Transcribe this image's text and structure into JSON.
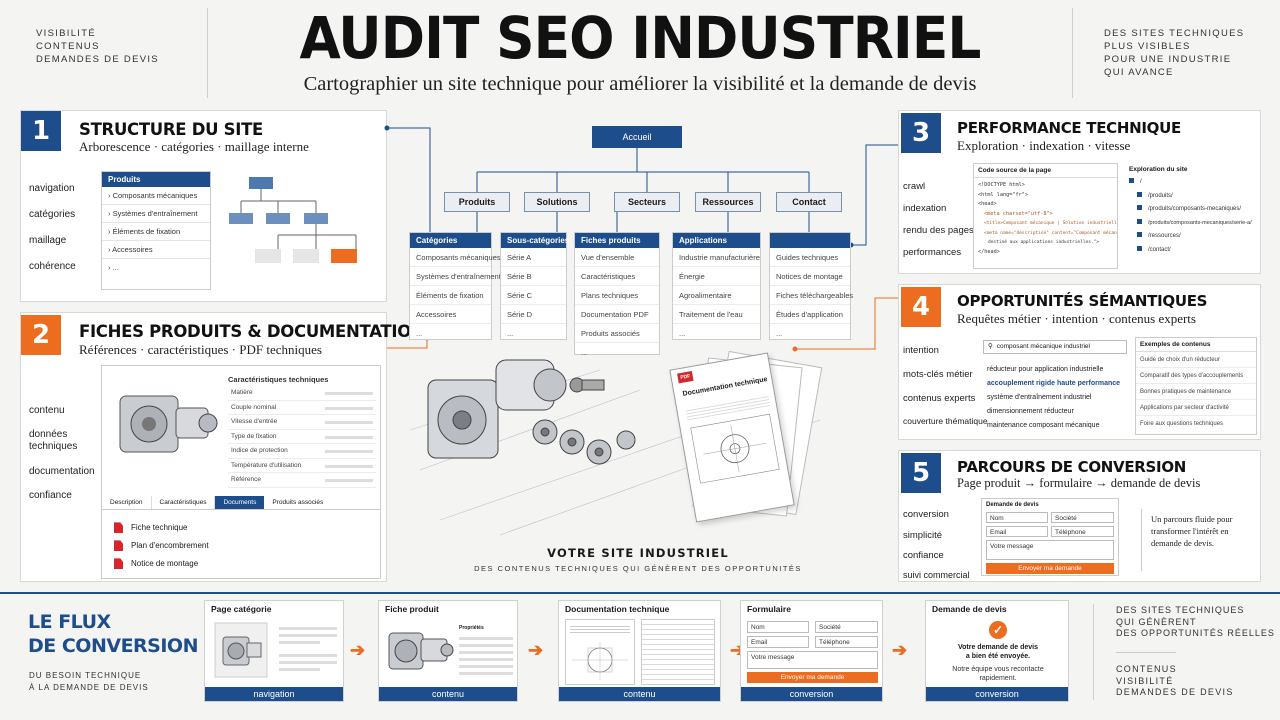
{
  "header": {
    "title": "AUDIT SEO INDUSTRIEL",
    "subtitle": "Cartographier un site technique pour améliorer la visibilité et la demande de devis",
    "left_tags": [
      "VISIBILITÉ",
      "CONTENUS",
      "DEMANDES DE DEVIS"
    ],
    "right_tags": [
      "DES SITES TECHNIQUES",
      "PLUS VISIBLES",
      "POUR UNE INDUSTRIE",
      "QUI AVANCE"
    ]
  },
  "s1": {
    "num": "1",
    "title": "STRUCTURE DU SITE",
    "subtitle": "Arborescence · catégories · maillage interne",
    "side": [
      "navigation",
      "catégories",
      "maillage",
      "cohérence"
    ],
    "menu_header": "Produits",
    "menu": [
      "Composants mécaniques",
      "Systèmes d'entraînement",
      "Éléments de fixation",
      "Accessoires",
      "..."
    ]
  },
  "s2": {
    "num": "2",
    "title": "FICHES PRODUITS & DOCUMENTATION",
    "subtitle": "Références · caractéristiques · PDF techniques",
    "side": [
      "contenu",
      "données techniques",
      "documentation",
      "confiance"
    ],
    "spec_title": "Caractéristiques techniques",
    "specs": [
      "Matière",
      "Couple nominal",
      "Vitesse d'entrée",
      "Type de fixation",
      "Indice de protection",
      "Température d'utilisation",
      "Référence"
    ],
    "tabs": [
      "Description",
      "Caractéristiques",
      "Documents",
      "Produits associés"
    ],
    "docs": [
      "Fiche technique",
      "Plan d'encombrement",
      "Notice de montage"
    ]
  },
  "tree": {
    "root": "Accueil",
    "nodes": [
      "Produits",
      "Solutions",
      "Secteurs",
      "Ressources",
      "Contact"
    ],
    "lists": [
      {
        "header": "Catégories",
        "items": [
          "Composants mécaniques",
          "Systèmes d'entraînement",
          "Éléments de fixation",
          "Accessoires",
          "..."
        ]
      },
      {
        "header": "Sous-catégories",
        "items": [
          "Série A",
          "Série B",
          "Série C",
          "Série D",
          "..."
        ]
      },
      {
        "header": "Fiches produits",
        "items": [
          "Vue d'ensemble",
          "Caractéristiques",
          "Plans techniques",
          "Documentation PDF",
          "Produits associés",
          "..."
        ]
      },
      {
        "header": "Applications",
        "items": [
          "Industrie manufacturière",
          "Énergie",
          "Agroalimentaire",
          "Traitement de l'eau",
          "..."
        ]
      },
      {
        "header": "",
        "items": [
          "Guides techniques",
          "Notices de montage",
          "Fiches téléchargeables",
          "Études d'application",
          "..."
        ]
      }
    ]
  },
  "center": {
    "doc_title": "Documentation technique",
    "pdf_badge": "PDF",
    "caption_title": "VOTRE SITE INDUSTRIEL",
    "caption_sub": "DES CONTENUS TECHNIQUES QUI GÉNÈRENT DES OPPORTUNITÉS"
  },
  "s3": {
    "num": "3",
    "title": "PERFORMANCE TECHNIQUE",
    "subtitle": "Exploration · indexation · vitesse",
    "side": [
      "crawl",
      "indexation",
      "rendu des pages",
      "performances"
    ],
    "code_title": "Code source de la page",
    "code": [
      "<!DOCTYPE html>",
      "<html lang=\"fr\">",
      "<head>",
      "<meta charset=\"utf-8\">",
      "<title>Composant mécanique | Solution industrielle</title>",
      "<meta name=\"description\" content=\"Composant mécanique",
      "destiné aux applications industrielles.\">",
      "</head>"
    ],
    "explore_title": "Exploration du site",
    "paths": [
      "/",
      "/produits/",
      "/produits/composants-mecaniques/",
      "/produits/composants-mecaniques/serie-a/",
      "/ressources/",
      "/contact/"
    ]
  },
  "s4": {
    "num": "4",
    "title": "OPPORTUNITÉS SÉMANTIQUES",
    "subtitle": "Requêtes métier · intention · contenus experts",
    "side": [
      "intention",
      "mots-clés métier",
      "contenus experts",
      "couverture thématique"
    ],
    "search": "composant mécanique industriel",
    "suggestions": [
      "réducteur pour application industrielle",
      "accouplement rigide haute performance",
      "système d'entraînement industriel",
      "dimensionnement réducteur",
      "maintenance composant mécanique"
    ],
    "examples_title": "Exemples de contenus",
    "examples": [
      "Guide de choix d'un réducteur",
      "Comparatif des types d'accouplements",
      "Bonnes pratiques de maintenance",
      "Applications par secteur d'activité",
      "Foire aux questions techniques"
    ]
  },
  "s5": {
    "num": "5",
    "title": "PARCOURS DE CONVERSION",
    "subtitle": "Page produit → formulaire → demande de devis",
    "side": [
      "conversion",
      "simplicité",
      "confiance",
      "suivi commercial"
    ],
    "form_title": "Demande de devis",
    "fields": [
      "Nom",
      "Société",
      "Email",
      "Téléphone",
      "Votre message"
    ],
    "button": "Envoyer ma demande",
    "note": "Un parcours fluide pour transformer l'intérêt en demande de devis."
  },
  "flow": {
    "title_line1": "LE FLUX",
    "title_line2": "DE CONVERSION",
    "sub1": "DU BESOIN TECHNIQUE",
    "sub2": "À LA DEMANDE DE DEVIS",
    "cards": [
      {
        "title": "Page catégorie",
        "footer": "navigation"
      },
      {
        "title": "Fiche produit",
        "footer": "contenu"
      },
      {
        "title": "Documentation technique",
        "footer": "contenu"
      },
      {
        "title": "Formulaire",
        "footer": "conversion"
      },
      {
        "title": "Demande de devis",
        "footer": "conversion"
      }
    ],
    "form_fields": [
      "Nom",
      "Société",
      "Email",
      "Téléphone",
      "Votre message"
    ],
    "form_button": "Envoyer ma demande",
    "mini_spec": "Propriétés",
    "confirm_line1": "Votre demande de devis",
    "confirm_line2": "a bien été envoyée.",
    "confirm_line3": "Notre équipe vous recontacte",
    "confirm_line4": "rapidement.",
    "right_top": [
      "DES SITES TECHNIQUES",
      "QUI GÉNÈRENT",
      "DES OPPORTUNITÉS RÉELLES"
    ],
    "right_bottom": [
      "CONTENUS",
      "VISIBILITÉ",
      "DEMANDES DE DEVIS"
    ]
  },
  "colors": {
    "blue": "#1e4d8c",
    "orange": "#ec6d1f"
  }
}
